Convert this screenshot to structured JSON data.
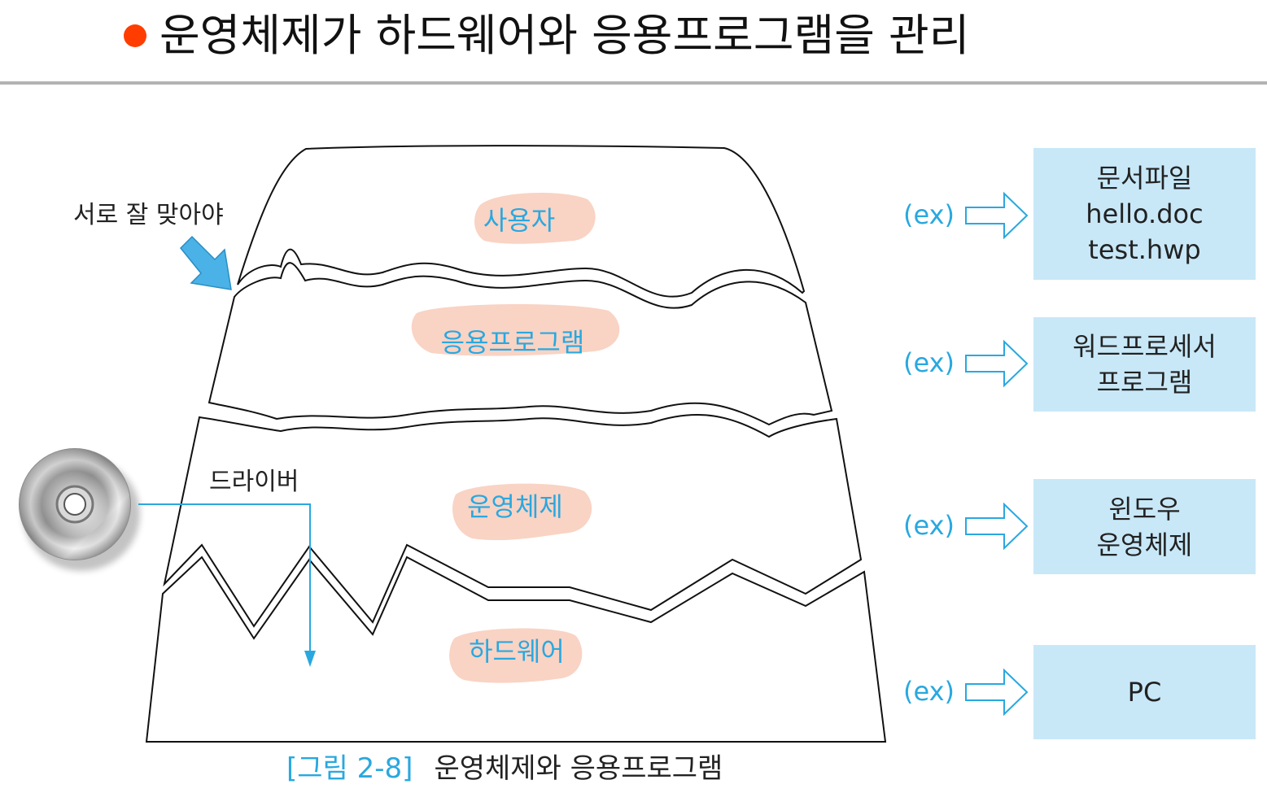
{
  "header": {
    "title": "운영체제가 하드웨어와 응용프로그램을 관리",
    "bullet_color": "#ff3d00"
  },
  "layers": [
    {
      "label": "사용자"
    },
    {
      "label": "응용프로그램"
    },
    {
      "label": "운영체제"
    },
    {
      "label": "하드웨어"
    }
  ],
  "callout": {
    "label": "서로 잘 맞아야",
    "icon": "arrow-down-right-icon"
  },
  "driver": {
    "label": "드라이버",
    "icon": "cd-disc-icon"
  },
  "examples": [
    {
      "prefix": "(ex)",
      "lines": [
        "문서파일",
        "hello.doc",
        "test.hwp"
      ]
    },
    {
      "prefix": "(ex)",
      "lines": [
        "워드프로세서",
        "프로그램"
      ]
    },
    {
      "prefix": "(ex)",
      "lines": [
        "윈도우",
        "운영체제"
      ]
    },
    {
      "prefix": "(ex)",
      "lines": [
        "PC"
      ]
    }
  ],
  "caption": {
    "figure": "[그림 2-8]",
    "title": "운영체제와 응용프로그램"
  },
  "colors": {
    "accent_blue": "#29a8e0",
    "highlight_pink": "#f9d3c4",
    "box_fill": "#c8e8f8",
    "outline": "#111111"
  }
}
